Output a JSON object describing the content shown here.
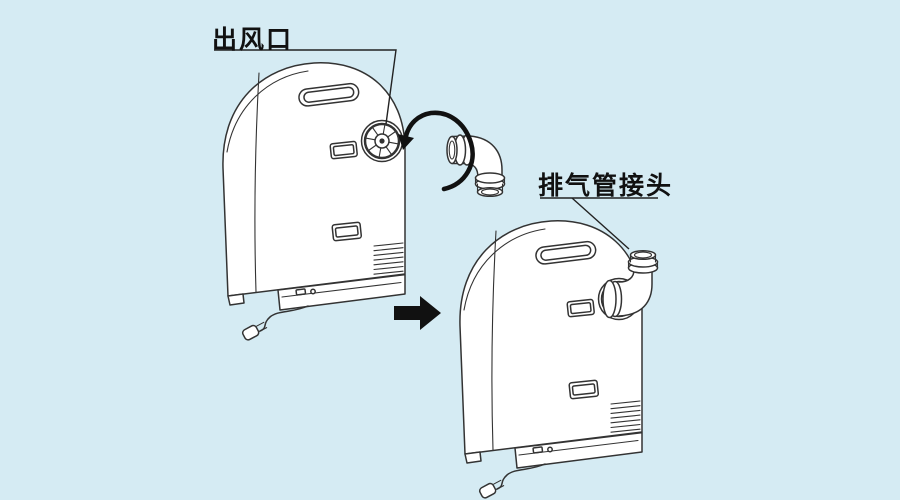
{
  "scene": {
    "background_color": "#d5ebf3",
    "line_color": "#333333",
    "arrow_color": "#111111",
    "text_color": "#111111"
  },
  "labels": {
    "air_outlet": "出风口",
    "exhaust_pipe_connector": "排气管接头"
  },
  "icons": {
    "rotation_arrow": "curved-rotation-arrow",
    "step_arrow": "right-step-arrow"
  }
}
